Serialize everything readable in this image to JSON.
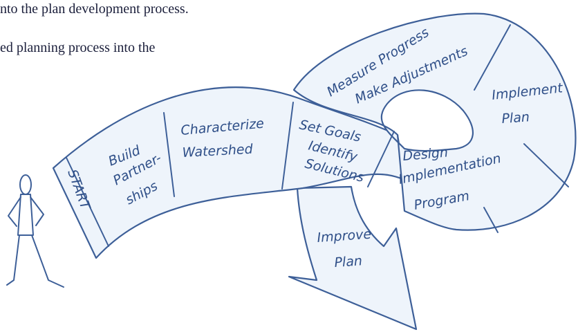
{
  "page_text": {
    "line1": "nto the plan development process.",
    "line2": "ed planning process into the"
  },
  "steps": {
    "start": "START",
    "build_1": "Build",
    "build_2": "Partner-",
    "build_3": "ships",
    "characterize_1": "Characterize",
    "characterize_2": "Watershed",
    "goals_1": "Set Goals",
    "goals_2": "Identify",
    "goals_3": "Solutions",
    "design_1": "Design",
    "design_2": "Implementation",
    "design_3": "Program",
    "implement_1": "Implement",
    "implement_2": "Plan",
    "measure_1": "Measure Progress",
    "measure_2": "Make Adjustments",
    "improve_1": "Improve",
    "improve_2": "Plan"
  },
  "colors": {
    "ink": "#3d5f98",
    "ribbon_fill": "#eef4fb",
    "body_text": "#1b1f3b"
  }
}
